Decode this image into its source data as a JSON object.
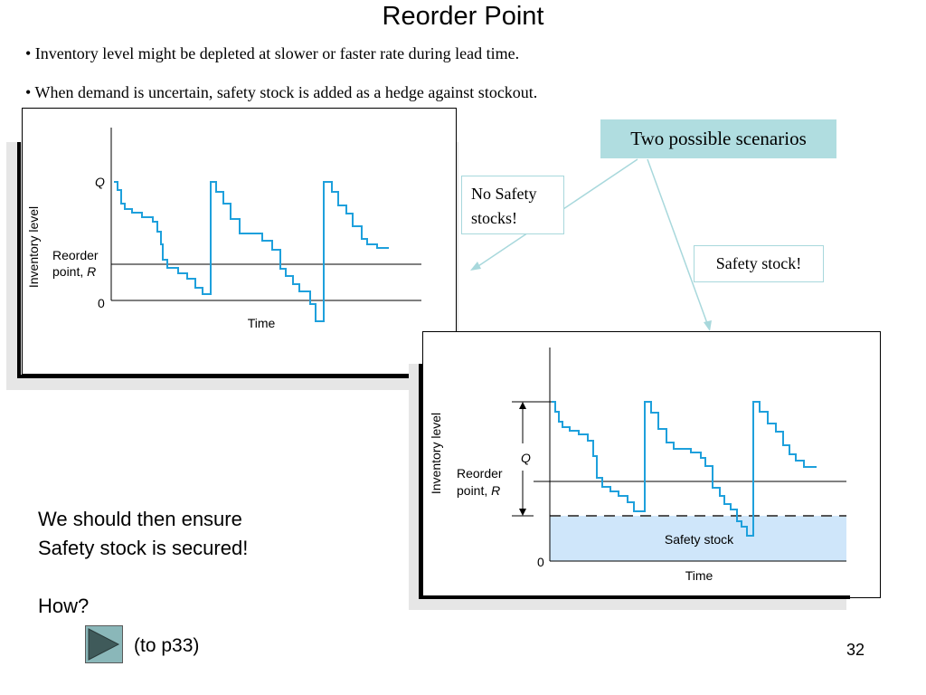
{
  "slide": {
    "title": "Reorder Point",
    "bullets": [
      "• Inventory level might be depleted at slower or faster rate during lead time.",
      "• When demand is uncertain, safety stock is added as a hedge against stockout."
    ],
    "page_number": "32"
  },
  "callouts": {
    "main": "Two possible scenarios",
    "no_safety_line1": "No Safety",
    "no_safety_line2": "stocks!",
    "safety": "Safety stock!"
  },
  "chart1": {
    "ylabel": "Inventory level",
    "xlabel": "Time",
    "q_label": "Q",
    "reorder_line1": "Reorder",
    "reorder_line2_prefix": "point, ",
    "reorder_line2_var": "R",
    "zero_label": "0"
  },
  "chart2": {
    "ylabel": "Inventory level",
    "xlabel": "Time",
    "q_label": "Q",
    "reorder_line1": "Reorder",
    "reorder_line2_prefix": "point, ",
    "reorder_line2_var": "R",
    "zero_label": "0",
    "safety_label": "Safety stock"
  },
  "conclusion": {
    "line1": "We should then ensure",
    "line2": "Safety stock is secured!",
    "line3": "How?"
  },
  "navigation": {
    "link_text": "(to p33)"
  },
  "colors": {
    "inventory_line": "#1ea0dc",
    "safety_fill": "#cfe6fa",
    "callout_fill": "#b0dde0",
    "connector": "#a8d8dc",
    "button_fill": "#8ab7b9",
    "button_arrow": "#3f5a5a"
  }
}
